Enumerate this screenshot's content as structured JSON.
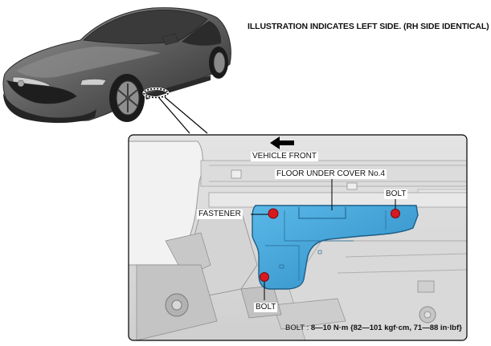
{
  "caption": "ILLUSTRATION INDICATES LEFT SIDE. (RH SIDE IDENTICAL)",
  "labels": {
    "vehicle_front": "VEHICLE FRONT",
    "floor_under_cover": "FLOOR UNDER COVER No.4",
    "fastener": "FASTENER",
    "bolt_upper": "BOLT",
    "bolt_lower": "BOLT"
  },
  "torque": {
    "name": "BOLT",
    "separator": " : ",
    "value": "8—10 N·m {82—101 kgf·cm, 71—88 in·lbf}"
  },
  "colors": {
    "cover_blue": "#3aa0d6",
    "cover_edge": "#1d5f87",
    "bolt_red": "#d71920"
  },
  "icons": {
    "front_arrow": "arrow-left-icon"
  }
}
